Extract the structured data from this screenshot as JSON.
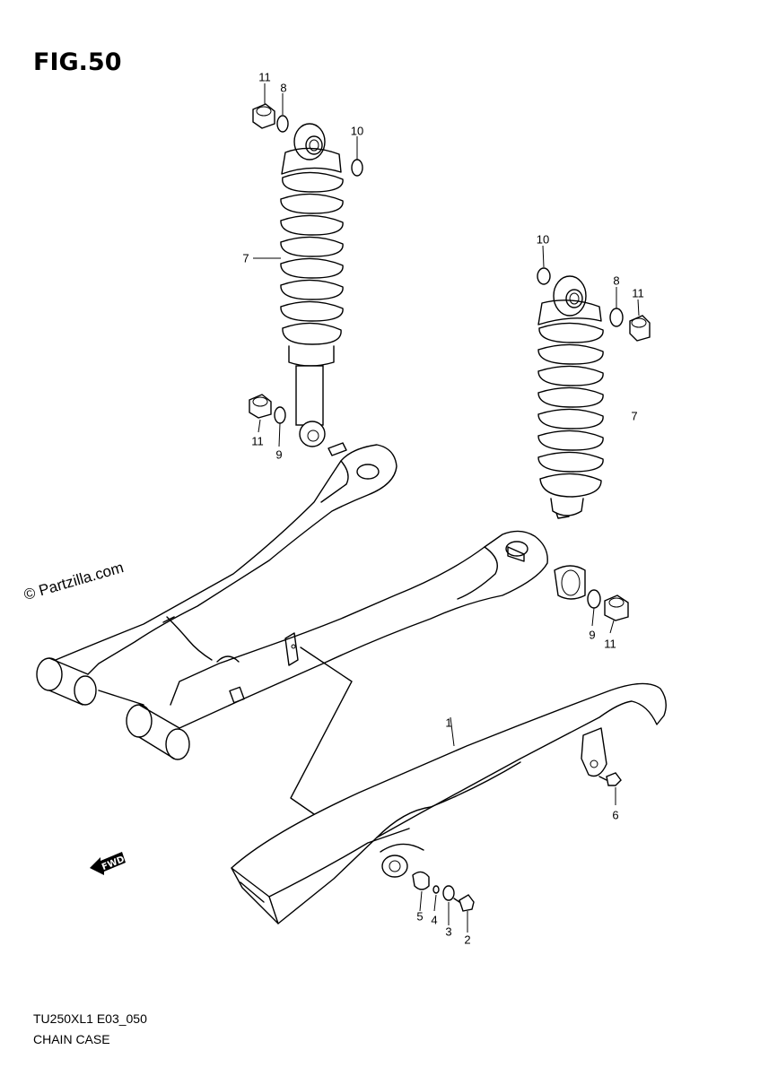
{
  "figure": {
    "title": "FIG.50",
    "model_code": "TU250XL1 E03_050",
    "caption": "CHAIN CASE",
    "watermark": "© Partzilla.com",
    "direction_label": "FWD"
  },
  "callouts": [
    {
      "id": "c1",
      "label": "11"
    },
    {
      "id": "c2",
      "label": "8"
    },
    {
      "id": "c3",
      "label": "10"
    },
    {
      "id": "c4",
      "label": "7"
    },
    {
      "id": "c5",
      "label": "11"
    },
    {
      "id": "c6",
      "label": "9"
    },
    {
      "id": "c7",
      "label": "10"
    },
    {
      "id": "c8",
      "label": "8"
    },
    {
      "id": "c9",
      "label": "11"
    },
    {
      "id": "c10",
      "label": "7"
    },
    {
      "id": "c11",
      "label": "9"
    },
    {
      "id": "c12",
      "label": "11"
    },
    {
      "id": "c13",
      "label": "1"
    },
    {
      "id": "c14",
      "label": "6"
    },
    {
      "id": "c15",
      "label": "5"
    },
    {
      "id": "c16",
      "label": "4"
    },
    {
      "id": "c17",
      "label": "3"
    },
    {
      "id": "c18",
      "label": "2"
    }
  ],
  "colors": {
    "line": "#000000",
    "background": "#ffffff"
  }
}
